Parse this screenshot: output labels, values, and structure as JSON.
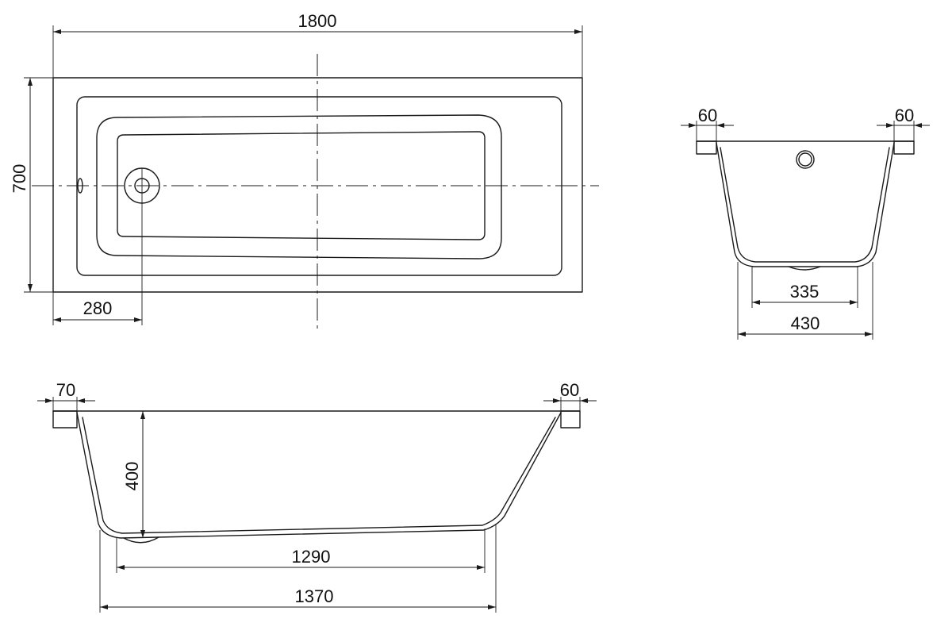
{
  "top_view": {
    "length_label": "1800",
    "width_label": "700",
    "drain_offset_label": "280"
  },
  "end_view": {
    "rim_left_label": "60",
    "rim_right_label": "60",
    "bottom_inner_label": "335",
    "bottom_outer_label": "430"
  },
  "side_view": {
    "rim_left_label": "70",
    "rim_right_label": "60",
    "depth_label": "400",
    "bottom_inner_label": "1290",
    "bottom_outer_label": "1370"
  }
}
